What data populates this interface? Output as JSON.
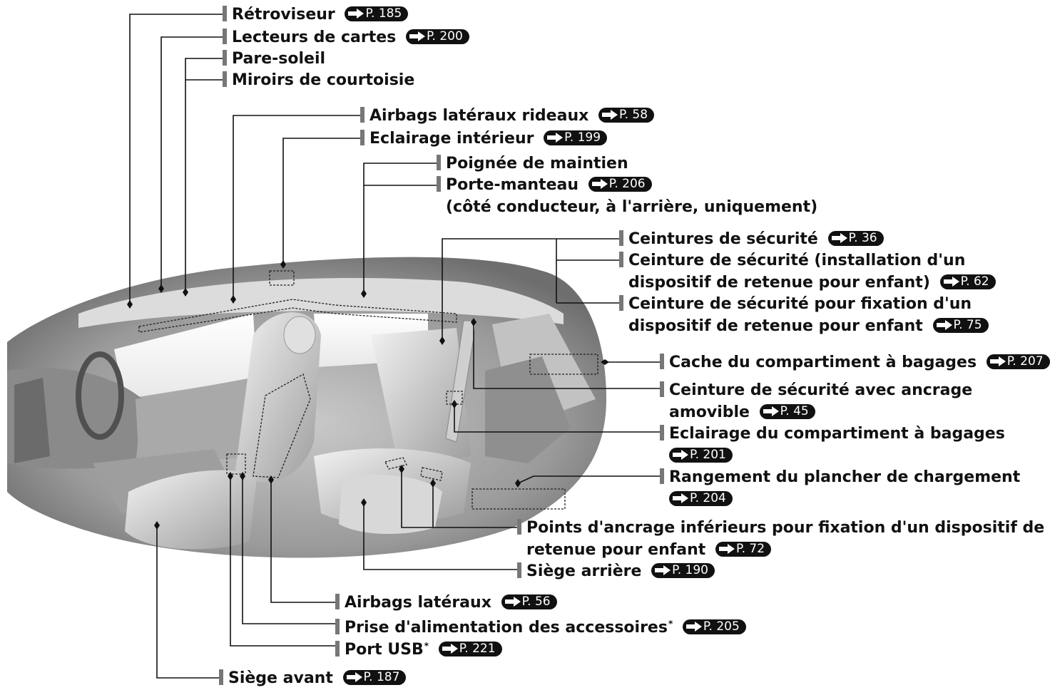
{
  "labels": {
    "retroviseur": {
      "text": "Rétroviseur",
      "ref": "P. 185"
    },
    "lecteurs": {
      "text": "Lecteurs de cartes",
      "ref": "P. 200"
    },
    "pare_soleil": {
      "text": "Pare-soleil"
    },
    "miroirs": {
      "text": "Miroirs de courtoisie"
    },
    "airbags_rideaux": {
      "text": "Airbags latéraux rideaux",
      "ref": "P. 58"
    },
    "eclairage_interieur": {
      "text": "Eclairage intérieur",
      "ref": "P. 199"
    },
    "poignee": {
      "text": "Poignée de maintien"
    },
    "porte_manteau": {
      "text": "Porte-manteau",
      "ref": "P. 206",
      "line2": "(côté conducteur, à l'arrière, uniquement)"
    },
    "ceintures": {
      "text": "Ceintures de sécurité",
      "ref": "P. 36"
    },
    "ceinture_installation": {
      "text": "Ceinture de sécurité (installation d'un",
      "line2": "dispositif de retenue pour enfant)",
      "ref": "P. 62"
    },
    "ceinture_fixation": {
      "text": "Ceinture de sécurité pour fixation d'un",
      "line2": "dispositif de retenue pour enfant",
      "ref": "P. 75"
    },
    "cache": {
      "text": "Cache du compartiment à bagages",
      "ref": "P. 207"
    },
    "ceinture_amovible": {
      "text": "Ceinture de sécurité avec ancrage",
      "line2": "amovible",
      "ref": "P. 45"
    },
    "eclairage_bagages": {
      "text": "Eclairage du compartiment à bagages",
      "ref": "P. 201"
    },
    "rangement": {
      "text": "Rangement du plancher de chargement",
      "ref": "P. 204"
    },
    "points_ancrage": {
      "text": "Points d'ancrage inférieurs pour fixation d'un dispositif de",
      "line2": "retenue pour enfant",
      "ref": "P. 72"
    },
    "siege_arriere": {
      "text": "Siège arrière",
      "ref": "P. 190"
    },
    "airbags_lateraux": {
      "text": "Airbags latéraux",
      "ref": "P. 56"
    },
    "prise": {
      "text": "Prise d'alimentation des accessoires",
      "asterisk": "*",
      "ref": "P. 205"
    },
    "port_usb": {
      "text": "Port USB",
      "asterisk": "*",
      "ref": "P. 221"
    },
    "siege_avant": {
      "text": "Siège avant",
      "ref": "P. 187"
    }
  }
}
